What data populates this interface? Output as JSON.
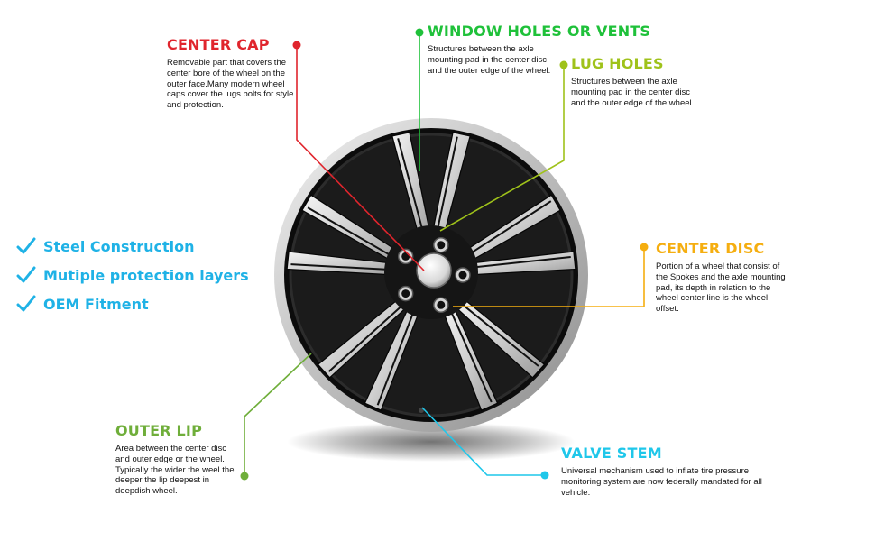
{
  "colors": {
    "center_cap": "#e0252d",
    "window_holes": "#1fc13a",
    "lug_holes": "#9fc21a",
    "center_disc": "#f5ae10",
    "outer_lip": "#6fae3a",
    "valve_stem": "#1fc7ea",
    "features": "#1fb2e6"
  },
  "annotations": {
    "center_cap": {
      "title": "CENTER CAP",
      "desc": "Removable part that covers the center bore of the wheel on the outer face.Many modern wheel caps cover the lugs bolts for style and protection."
    },
    "window_holes": {
      "title": "WINDOW HOLES OR VENTS",
      "desc": "Structures between the axle mounting pad in the center disc and the outer edge of the wheel."
    },
    "lug_holes": {
      "title": "LUG HOLES",
      "desc": "Structures between the axle mounting pad in the center disc and the outer edge of the wheel."
    },
    "center_disc": {
      "title": "CENTER DISC",
      "desc": "Portion of a wheel that consist of the Spokes and the axle mounting pad, its depth in relation to the wheel center line is the wheel offset."
    },
    "outer_lip": {
      "title": "OUTER LIP",
      "desc": "Area between the center disc and outer edge or the wheel. Typically the wider the weel the deeper the lip deepest in deepdish wheel."
    },
    "valve_stem": {
      "title": "VALVE STEM",
      "desc": "Universal mechanism used to inflate tire pressure monitoring system are now federally mandated for all vehicle."
    }
  },
  "features": [
    {
      "label": "Steel Construction",
      "icon": "check-icon"
    },
    {
      "label": "Mutiple protection layers",
      "icon": "check-icon"
    },
    {
      "label": "OEM Fitment",
      "icon": "check-icon"
    }
  ]
}
